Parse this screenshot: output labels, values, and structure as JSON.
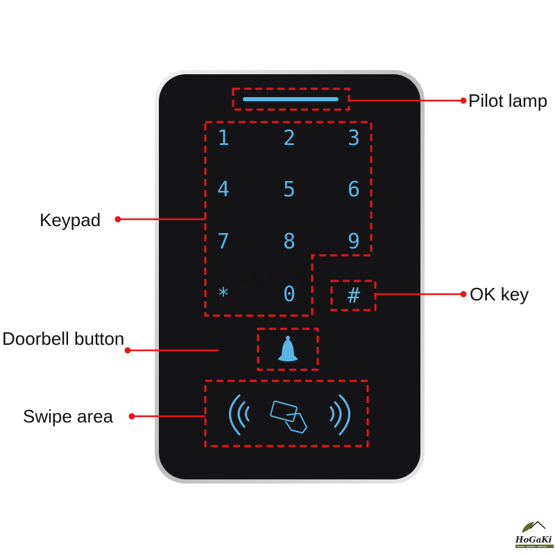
{
  "labels": {
    "pilot_lamp": "Pilot lamp",
    "keypad": "Keypad",
    "ok_key": "OK key",
    "doorbell_button": "Doorbell button",
    "swipe_area": "Swipe area"
  },
  "keys": [
    "1",
    "2",
    "3",
    "4",
    "5",
    "6",
    "7",
    "8",
    "9",
    "*",
    "0",
    "#"
  ],
  "watermark_text": "请输入文字",
  "logo": {
    "name": "HoGaKi",
    "tagline": "Home - garden - kitchen"
  },
  "colors": {
    "annotation": "#e8151b",
    "key_light": "#5ab4e6",
    "panel": "#141416"
  }
}
